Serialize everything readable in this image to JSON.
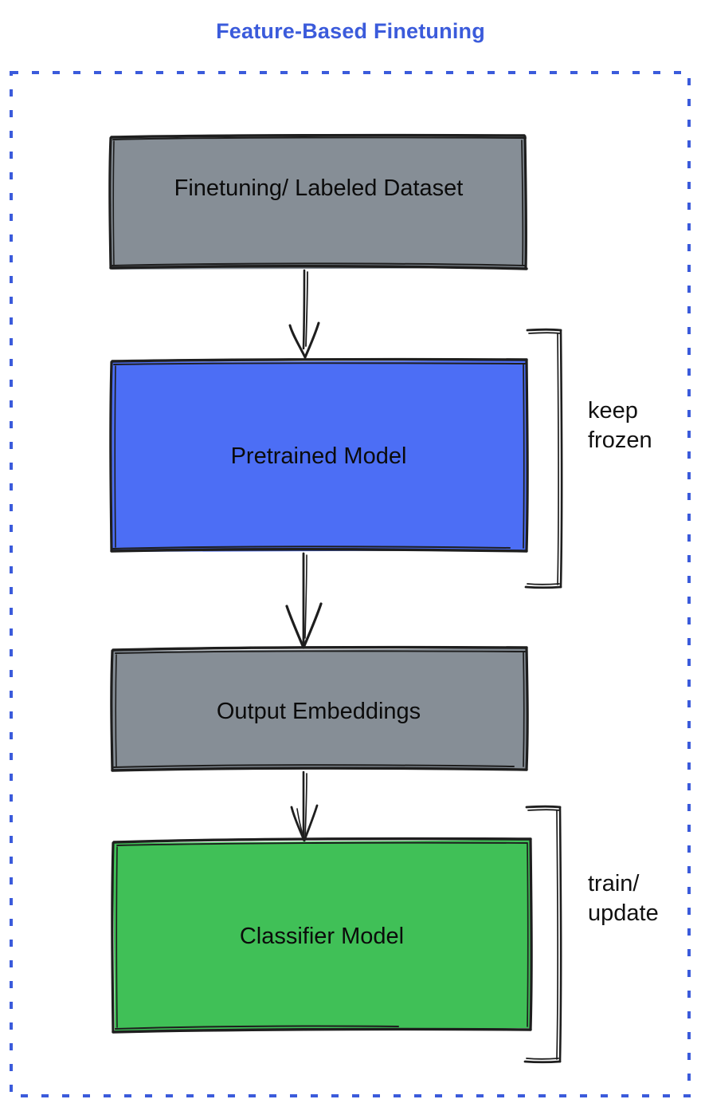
{
  "diagram": {
    "title": "Feature-Based Finetuning",
    "title_color": "#3b5bdb",
    "frame": {
      "style": "dashed",
      "color": "#3b5bdb"
    },
    "nodes": [
      {
        "id": "finetuning-dataset",
        "label": "Finetuning/ Labeled Dataset",
        "fill": "#868e96",
        "stroke": "#1e1e1e"
      },
      {
        "id": "pretrained-model",
        "label": "Pretrained Model",
        "fill": "#4c6ef5",
        "stroke": "#1e1e1e"
      },
      {
        "id": "output-embeddings",
        "label": "Output Embeddings",
        "fill": "#868e96",
        "stroke": "#1e1e1e"
      },
      {
        "id": "classifier-model",
        "label": "Classifier Model",
        "fill": "#40c057",
        "stroke": "#1e1e1e"
      }
    ],
    "connectors": [
      {
        "id": "dataset-to-pretrained",
        "from": "finetuning-dataset",
        "to": "pretrained-model",
        "kind": "arrow"
      },
      {
        "id": "pretrained-to-embeddings",
        "from": "pretrained-model",
        "to": "output-embeddings",
        "kind": "arrow"
      },
      {
        "id": "embeddings-to-classifier",
        "from": "output-embeddings",
        "to": "classifier-model",
        "kind": "arrow"
      }
    ],
    "annotations": [
      {
        "id": "keep-frozen",
        "target": "pretrained-model",
        "line1": "keep",
        "line2": "frozen",
        "text": "keep\nfrozen"
      },
      {
        "id": "train-update",
        "target": "classifier-model",
        "line1": "train/",
        "line2": "update",
        "text": "train/\nupdate"
      }
    ]
  }
}
